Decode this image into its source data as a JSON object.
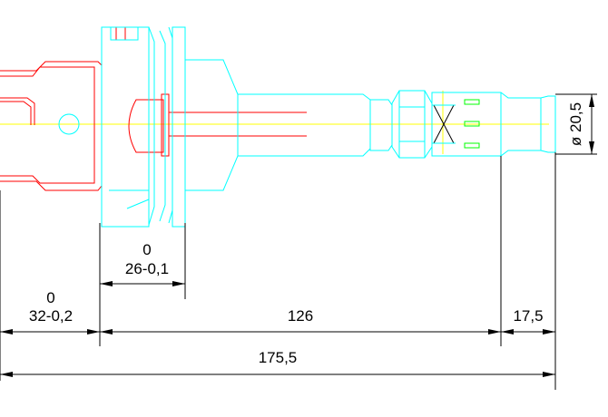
{
  "drawing": {
    "colors": {
      "outline": "#00ffff",
      "section": "#ff0000",
      "centerline": "#ffff00",
      "detail": "#00ff00",
      "dimension": "#000000",
      "background": "#ffffff"
    },
    "dimensions": {
      "flange_upper": "0",
      "flange_lower": "26-0,1",
      "left_upper": "0",
      "left_lower": "32-0,2",
      "middle": "126",
      "right": "17,5",
      "total": "175,5",
      "diameter": "ø 20,5"
    }
  }
}
